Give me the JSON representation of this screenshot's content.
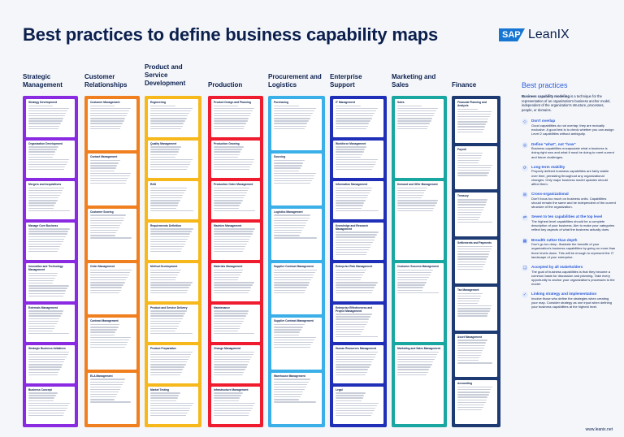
{
  "title": "Best practices to define business capability maps",
  "logo": {
    "sap": "SAP",
    "leanix": "LeanIX"
  },
  "footer_url": "www.leanix.net",
  "columns": [
    {
      "title": "Strategic Management",
      "color": "#8a2be2",
      "cards": [
        "Strategy Development",
        "Organization Development",
        "Mergers and Acquisitions",
        "Manage Core Business",
        "Innovation and Technology Management",
        "Externals Management",
        "Strategic Business Initiatives",
        "Business Concept"
      ]
    },
    {
      "title": "Customer Relationships",
      "color": "#f07f1f",
      "cards": [
        "Customer Management",
        "Contact Management",
        "Customer Scoring",
        "Order Management",
        "Contract Management",
        "ELA Management"
      ]
    },
    {
      "title": "Product and Service Development",
      "color": "#f6b81a",
      "cards": [
        "Engineering",
        "Quality Management",
        "R&D",
        "Requirements Definition",
        "Method Development",
        "Product and Service Delivery",
        "Product Preparation",
        "Market Testing"
      ]
    },
    {
      "title": "Production",
      "color": "#ee1c2e",
      "cards": [
        "Product Design and Planning",
        "Production Growing",
        "Production Order Management",
        "Machine Management",
        "Materials Management",
        "Maintenance",
        "Change Management",
        "Infrastructure Management"
      ]
    },
    {
      "title": "Procurement and Logistics",
      "color": "#3bb0e8",
      "cards": [
        "Purchasing",
        "Sourcing",
        "Logistics Management",
        "Supplier Contract Management",
        "Supplier Contract Management",
        "Warehouse Management"
      ]
    },
    {
      "title": "Enterprise Support",
      "color": "#1f2fb8",
      "cards": [
        "IT Management",
        "Workforce Management",
        "Information Management",
        "Knowledge and Research Management",
        "Enterprise Risk Management",
        "Enterprise Effectiveness and Project Management",
        "Human Resources Management",
        "Legal"
      ]
    },
    {
      "title": "Marketing and Sales",
      "color": "#1aa7a1",
      "cards": [
        "Sales",
        "Demand and Offer Management",
        "Customer Success Management",
        "Marketing and Sales Management"
      ]
    },
    {
      "title": "Finance",
      "color": "#1e3a72",
      "cards": [
        "Financial Planning and Analysis",
        "Payroll",
        "Treasury",
        "Settlements and Payments",
        "Tax Management",
        "Asset Management",
        "Accounting"
      ]
    }
  ],
  "best_practices": {
    "title": "Best practices",
    "intro_bold": "Business capability modeling",
    "intro": " is a technique for the representation of an organization's business anchor model, independent of the organization's structure, processes, people, or domains.",
    "items": [
      {
        "heading": "Don't overlap",
        "text": "Good capabilities do not overlap; they are mutually exclusive. A good test is to check whether you can assign Level 2 capabilities without ambiguity."
      },
      {
        "heading": "Define \"what\", not \"how\"",
        "text": "Business capabilities encapsulate what a business is doing right now and what it must be doing to meet current and future challenges."
      },
      {
        "heading": "Long-term stability",
        "text": "Properly defined business capabilities are fairly stable over time, persisting throughout any organizational changes. Only major business model updates should affect them."
      },
      {
        "heading": "Cross-organizational",
        "text": "Don't focus too much on business units. Capabilities should remain the same and be independent of the current structure of the organization."
      },
      {
        "heading": "Seven to ten capabilities at the top level",
        "text": "The highest level capabilities should be a complete description of your business. Aim to make your categories reflect key aspects of what the business actually does."
      },
      {
        "heading": "Breadth rather than depth",
        "text": "Don't go too deep. Illustrate the breadth of your organization's business capabilities by going no more than three levels down. This will be enough to represent the IT landscape of your enterprise."
      },
      {
        "heading": "Accepted by all stakeholders",
        "text": "The goal of business capabilities is that they become a common basis for discussion and planning. Take every opportunity to anchor your organization's processes to the model."
      },
      {
        "heading": "Linking strategy and implementation",
        "text": "Involve those who define the strategies when creating your map. Consider strategy as one input when defining your business capabilities at the highest level."
      }
    ]
  }
}
